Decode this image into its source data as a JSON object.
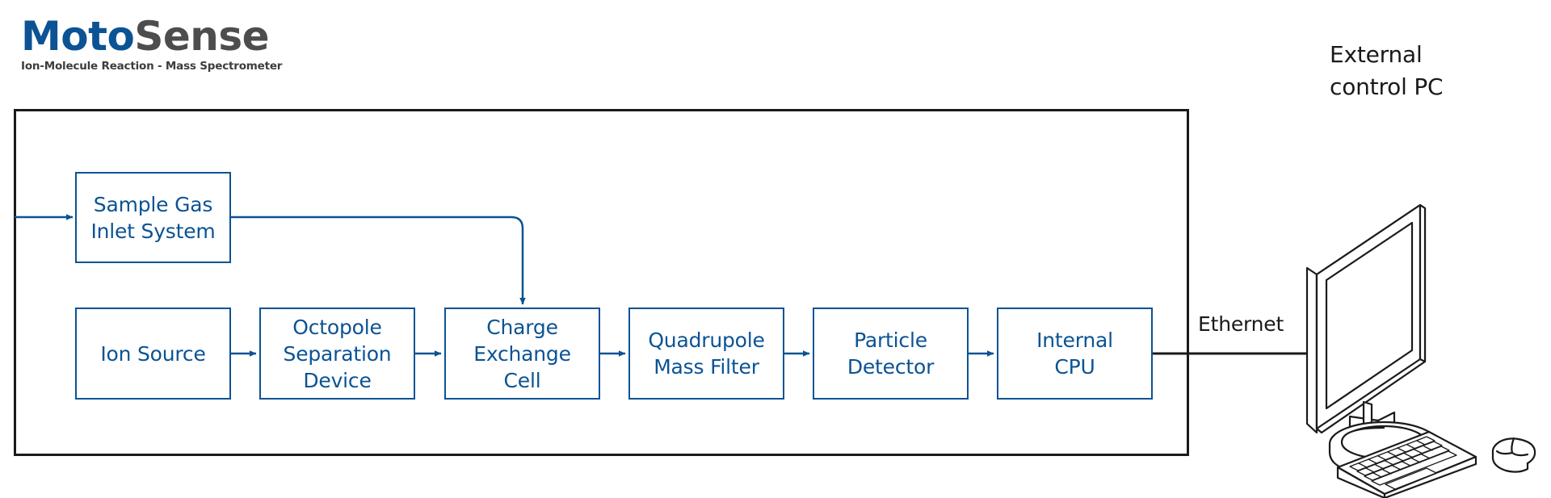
{
  "brand": {
    "name_primary": "Moto",
    "name_secondary": "Sense",
    "tagline": "Ion-Molecule Reaction - Mass Spectrometer",
    "primary_color": "#0b5394",
    "secondary_color": "#4d4d4d"
  },
  "diagram": {
    "enclosure_label": "",
    "outline_color": "#1a1a1a",
    "box_color": "#0b5394",
    "boxes": [
      {
        "id": "sample-gas-inlet-system",
        "label": "Sample Gas\nInlet System"
      },
      {
        "id": "ion-source",
        "label": "Ion Source"
      },
      {
        "id": "octopole-separation-device",
        "label": "Octopole\nSeparation\nDevice"
      },
      {
        "id": "charge-exchange-cell",
        "label": "Charge\nExchange\nCell"
      },
      {
        "id": "quadrupole-mass-filter",
        "label": "Quadrupole\nMass Filter"
      },
      {
        "id": "particle-detector",
        "label": "Particle\nDetector"
      },
      {
        "id": "internal-cpu",
        "label": "Internal\nCPU"
      }
    ],
    "connection_label": "Ethernet",
    "external_device_label": "External\ncontrol PC",
    "external_device_icon": "desktop-computer-icon"
  }
}
